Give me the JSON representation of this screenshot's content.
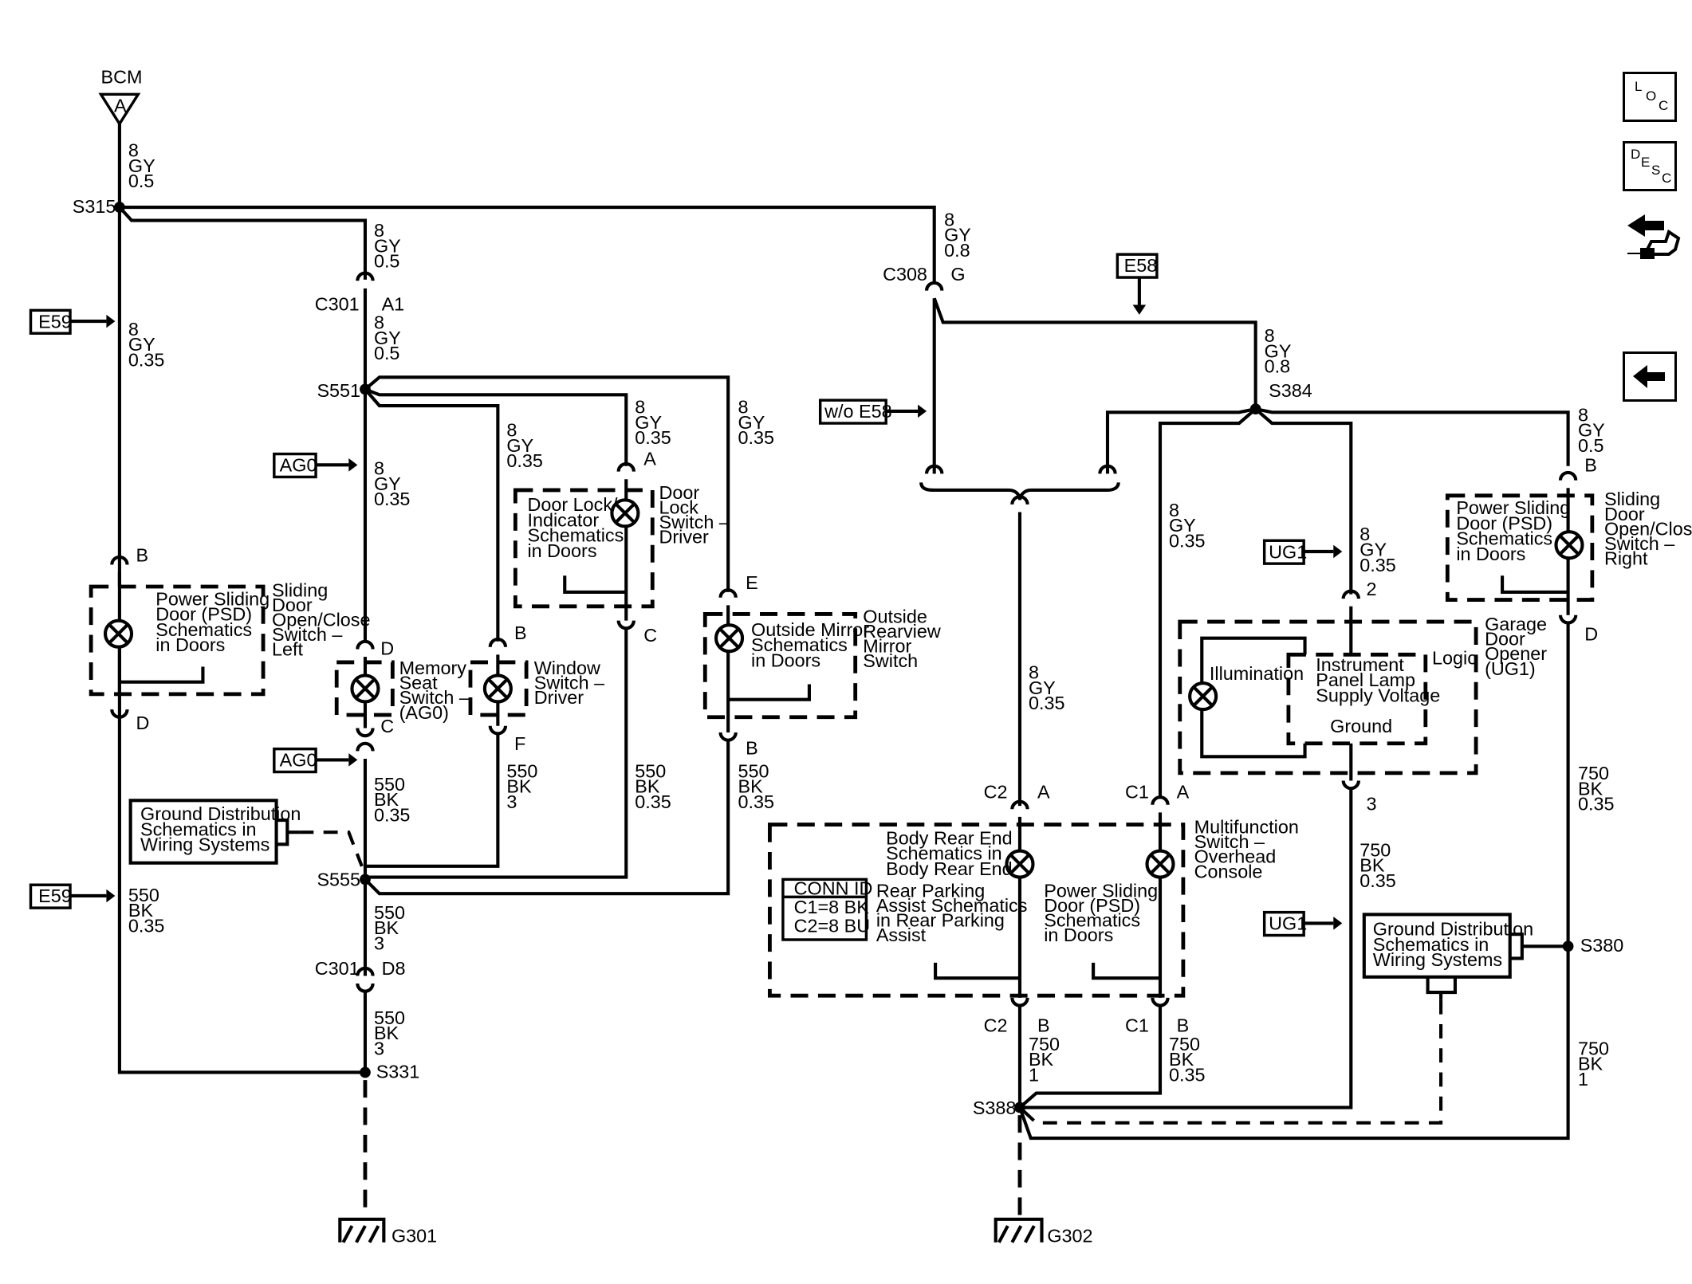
{
  "nav": {
    "loc": [
      "L",
      "O",
      "C"
    ],
    "desc": [
      "D",
      "E",
      "S",
      "C"
    ],
    "connector_icon": "connector-hand-icon",
    "back_icon": "left-arrow-icon"
  },
  "source": {
    "label": "BCM",
    "pin": "A"
  },
  "offpage": {
    "e59_top": "E59",
    "e59_bottom": "E59",
    "ag0_top": "AG0",
    "ag0_bottom": "AG0",
    "e58": "E58",
    "wo_e58": "w/o E58",
    "ug1_top": "UG1",
    "ug1_bottom": "UG1"
  },
  "splices": {
    "s315": "S315",
    "s551": "S551",
    "s555": "S555",
    "s331": "S331",
    "s384": "S384",
    "s388": "S388",
    "s380": "S380"
  },
  "connectors": {
    "c301_a1": [
      "C301",
      "A1"
    ],
    "c301_d8": [
      "C301",
      "D8"
    ],
    "c308_g": [
      "C308",
      "G"
    ],
    "c2_a": [
      "C2",
      "A"
    ],
    "c1_a": [
      "C1",
      "A"
    ],
    "c2_b": [
      "C2",
      "B"
    ],
    "c1_b": [
      "C1",
      "B"
    ]
  },
  "pins": {
    "psd_left_top": "B",
    "psd_left_bottom": "D",
    "memory_top": "D",
    "memory_bottom": "C",
    "window_top": "B",
    "window_bottom": "F",
    "doorlock_top": "A",
    "doorlock_bottom": "C",
    "mirror_top": "E",
    "mirror_bottom": "B",
    "psd_right_top": "B",
    "psd_right_bottom": "D",
    "garage_top": "2",
    "garage_bottom": "3"
  },
  "wires": {
    "w_bcm": [
      "8",
      "GY",
      "0.5"
    ],
    "w_s315_c301": [
      "8",
      "GY",
      "0.5"
    ],
    "w_c308": [
      "8",
      "GY",
      "0.8"
    ],
    "w_e59_top": [
      "8",
      "GY",
      "0.35"
    ],
    "w_c301_s551": [
      "8",
      "GY",
      "0.5"
    ],
    "w_ag0": [
      "8",
      "GY",
      "0.35"
    ],
    "w_window": [
      "8",
      "GY",
      "0.35"
    ],
    "w_doorlock": [
      "8",
      "GY",
      "0.35"
    ],
    "w_mirror": [
      "8",
      "GY",
      "0.35"
    ],
    "w_s384": [
      "8",
      "GY",
      "0.8"
    ],
    "w_psd_right": [
      "8",
      "GY",
      "0.5"
    ],
    "w_c1_up": [
      "8",
      "GY",
      "0.35"
    ],
    "w_ug1": [
      "8",
      "GY",
      "0.35"
    ],
    "w_c2_up": [
      "8",
      "GY",
      "0.35"
    ],
    "w_memory_gnd": [
      "550",
      "BK",
      "0.35"
    ],
    "w_window_gnd": [
      "550",
      "BK",
      "3"
    ],
    "w_doorlock_gnd": [
      "550",
      "BK",
      "0.35"
    ],
    "w_mirror_gnd": [
      "550",
      "BK",
      "0.35"
    ],
    "w_e59_gnd": [
      "550",
      "BK",
      "0.35"
    ],
    "w_s555_c301": [
      "550",
      "BK",
      "3"
    ],
    "w_c301_s331": [
      "550",
      "BK",
      "3"
    ],
    "w_psd_right_gnd": [
      "750",
      "BK",
      "0.35"
    ],
    "w_garage_gnd": [
      "750",
      "BK",
      "0.35"
    ],
    "w_c2_gnd": [
      "750",
      "BK",
      "1"
    ],
    "w_c1_gnd": [
      "750",
      "BK",
      "0.35"
    ],
    "w_s380_gnd": [
      "750",
      "BK",
      "1"
    ]
  },
  "components": {
    "psd_left_inner": [
      "Power Sliding",
      "Door (PSD)",
      "Schematics",
      "in Doors"
    ],
    "psd_left_name": [
      "Sliding",
      "Door",
      "Open/Close",
      "Switch –",
      "Left"
    ],
    "memory_name": [
      "Memory",
      "Seat",
      "Switch –",
      "(AG0)"
    ],
    "window_name": [
      "Window",
      "Switch –",
      "Driver"
    ],
    "doorlock_inner": [
      "Door Lock/",
      "Indicator",
      "Schematics",
      "in Doors"
    ],
    "doorlock_name": [
      "Door",
      "Lock",
      "Switch –",
      "Driver"
    ],
    "mirror_inner": [
      "Outside Mirror",
      "Schematics",
      "in Doors"
    ],
    "mirror_name": [
      "Outside",
      "Rearview",
      "Mirror",
      "Switch"
    ],
    "gnd_dist_left": [
      "Ground Distribution",
      "Schematics in",
      "Wiring Systems"
    ],
    "body_rear": [
      "Body Rear End",
      "Schematics in",
      "Body Rear End"
    ],
    "rear_parking": [
      "Rear Parking",
      "Assist Schematics",
      "in Rear Parking",
      "Assist"
    ],
    "psd_console": [
      "Power Sliding",
      "Door (PSD)",
      "Schematics",
      "in Doors"
    ],
    "multifunction_name": [
      "Multifunction",
      "Switch –",
      "Overhead",
      "Console"
    ],
    "conn_id": [
      "CONN ID",
      "C1=8 BK",
      "C2=8 BU"
    ],
    "psd_right_inner": [
      "Power Sliding",
      "Door (PSD)",
      "Schematics",
      "in Doors"
    ],
    "psd_right_name": [
      "Sliding",
      "Door",
      "Open/Close",
      "Switch –",
      "Right"
    ],
    "garage_illum": "Illumination",
    "garage_ip": [
      "Instrument",
      "Panel Lamp",
      "Supply Voltage"
    ],
    "garage_ground": "Ground",
    "garage_logic": "Logic",
    "garage_name": [
      "Garage",
      "Door",
      "Opener",
      "(UG1)"
    ],
    "gnd_dist_right": [
      "Ground Distribution",
      "Schematics in",
      "Wiring Systems"
    ]
  },
  "grounds": {
    "g301": "G301",
    "g302": "G302"
  }
}
